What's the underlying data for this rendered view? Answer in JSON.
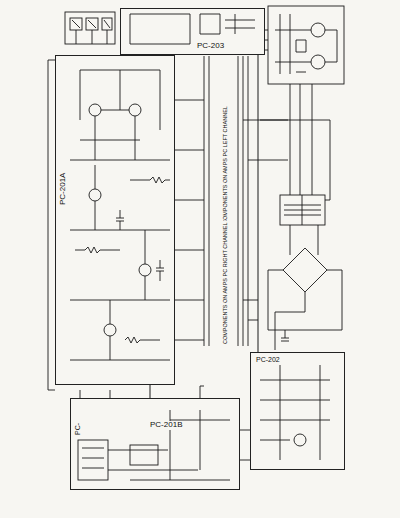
{
  "diagram": {
    "nodes": [
      {
        "text": [
          "PC-203"
        ]
      },
      {
        "text": [
          "PC-201A"
        ]
      },
      {
        "text": [
          "PC-201B"
        ]
      },
      {
        "text": [
          "PC-202"
        ]
      }
    ],
    "edges": [
      {
        "from": 1,
        "to": 2,
        "arrow": "none"
      },
      {
        "from": 0,
        "to": 3,
        "arrow": "none"
      }
    ],
    "labels": [
      "COMPONENTS ON AMPS PC LEFT CHANNEL",
      "COMPONENTS ON AMPS PC RIGHT CHANNEL",
      "PC-"
    ]
  }
}
